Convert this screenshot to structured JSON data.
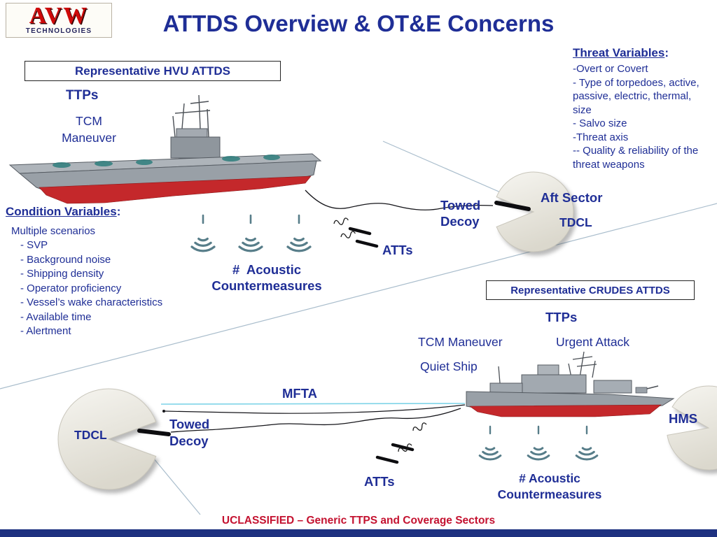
{
  "colors": {
    "navy_text": "#1f2e96",
    "classification_red": "#c41230",
    "logo_red": "#cf0a0a",
    "footer_bar_navy": "#1e3180",
    "ship_hull_red": "#c4282b",
    "ship_gray": "#99a0a7",
    "sector_fill": "#e9e6dd",
    "sonar_arc_teal": "#456f7d",
    "sector_line_blue": "#a9bdcc",
    "waterline_cyan": "#7fd4e8"
  },
  "header": {
    "title": "ATTDS Overview & OT&E Concerns",
    "logo_brand": "AVW",
    "logo_sub": "TECHNOLOGIES"
  },
  "threat": {
    "heading": "Threat Variables",
    "colon": ":",
    "items": [
      "-Overt or Covert",
      "- Type of torpedoes, active, passive, electric, thermal, size",
      "- Salvo size",
      "-Threat axis",
      "-- Quality & reliability of the threat weapons"
    ]
  },
  "condition": {
    "heading": "Condition Variables",
    "colon": ":",
    "intro": "Multiple scenarios",
    "items": [
      "- SVP",
      "- Background noise",
      "- Shipping density",
      "- Operator proficiency",
      "- Vessel’s wake characteristics",
      "- Available time",
      "- Alertment"
    ]
  },
  "hvu": {
    "box_label": "Representative HVU ATTDS",
    "ttps": "TTPs",
    "tcm_line1": "TCM",
    "tcm_line2": "Maneuver",
    "towed_line1": "Towed",
    "towed_line2": "Decoy",
    "atts": "ATTs",
    "acoustic_line1": "#  Acoustic",
    "acoustic_line2": "Countermeasures",
    "aft_sector": "Aft Sector",
    "tdcl": "TDCL"
  },
  "crudes": {
    "box_label": "Representative CRUDES ATTDS",
    "ttps": "TTPs",
    "tcm_maneuver": "TCM Maneuver",
    "urgent_attack": "Urgent Attack",
    "quiet_ship": "Quiet Ship",
    "mfta": "MFTA",
    "tdcl": "TDCL",
    "towed_line1": "Towed",
    "towed_line2": "Decoy",
    "atts": "ATTs",
    "acoustic_line1": "# Acoustic",
    "acoustic_line2": "Countermeasures",
    "hms": "HMS"
  },
  "footer": {
    "classification": "UCLASSIFIED – Generic TTPS and Coverage Sectors"
  },
  "icons": {
    "sonar_ripples": "concentric arcs with drop tick (acoustic countermeasure)",
    "coverage_sector": "light circle with wedge cutout (pac-man sector)",
    "towed_decoy_bar": "thick black bar",
    "att_mark": "short black dart with squiggle wake"
  }
}
